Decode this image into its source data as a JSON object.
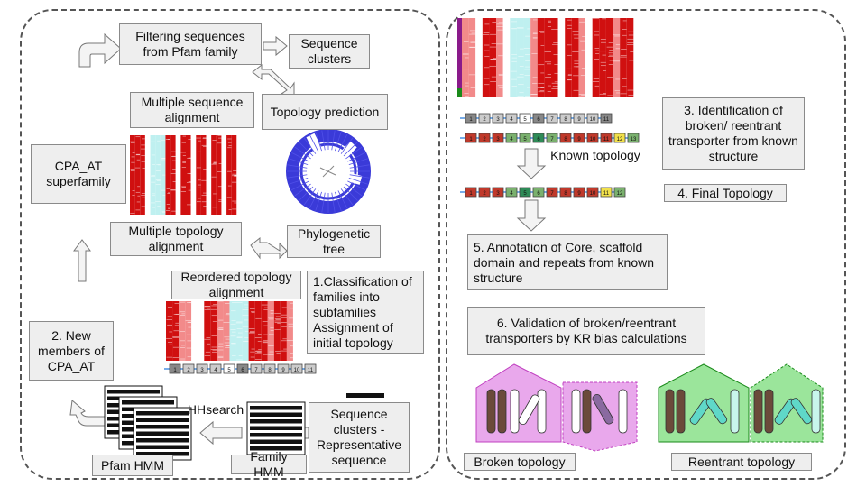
{
  "left": {
    "filtering": "Filtering sequences from Pfam family",
    "seq_clusters": "Sequence clusters",
    "msa": "Multiple sequence alignment",
    "topo_pred": "Topology prediction",
    "cpa_at": "CPA_AT superfamily",
    "mta": "Multiple topology alignment",
    "phylo": "Phylogenetic tree",
    "reordered": "Reordered topology alignment",
    "classification": "1.Classification of families into subfamilies Assignment of initial topology",
    "new_members": "2. New members of CPA_AT",
    "hhsearch": "HHsearch",
    "seq_rep": "Sequence clusters - Representative sequence",
    "family_hmm": "Family HMM",
    "pfam_hmm": "Pfam HMM",
    "topo_nums": [
      "1",
      "2",
      "3",
      "4",
      "5",
      "6",
      "7",
      "8",
      "9",
      "10",
      "11"
    ]
  },
  "right": {
    "identification": "3. Identification of broken/ reentrant transporter from known structure",
    "known_topology": "Known topology",
    "final_topology": "4. Final Topology",
    "annotation": "5. Annotation of Core, scaffold domain and repeats from known structure",
    "validation": "6. Validation of broken/reentrant transporters by KR bias calculations",
    "broken": "Broken topology",
    "reentrant": "Reentrant topology",
    "row1_nums": [
      "1",
      "2",
      "3",
      "4",
      "5",
      "6",
      "7",
      "8",
      "9",
      "10",
      "11"
    ],
    "row2_nums": [
      "1",
      "2",
      "3",
      "4",
      "5",
      "6",
      "7",
      "8",
      "9",
      "10",
      "11",
      "12",
      "13"
    ],
    "row3_nums": [
      "1",
      "2",
      "3",
      "4",
      "5",
      "6",
      "7",
      "8",
      "9",
      "10",
      "11",
      "12"
    ]
  },
  "colors": {
    "alignment_red": "#d01010",
    "cyan": "#bff0f0",
    "tree_blue": "#3a3ad8",
    "magenta_fill": "#e9a8ec",
    "green_fill": "#9be59b"
  }
}
